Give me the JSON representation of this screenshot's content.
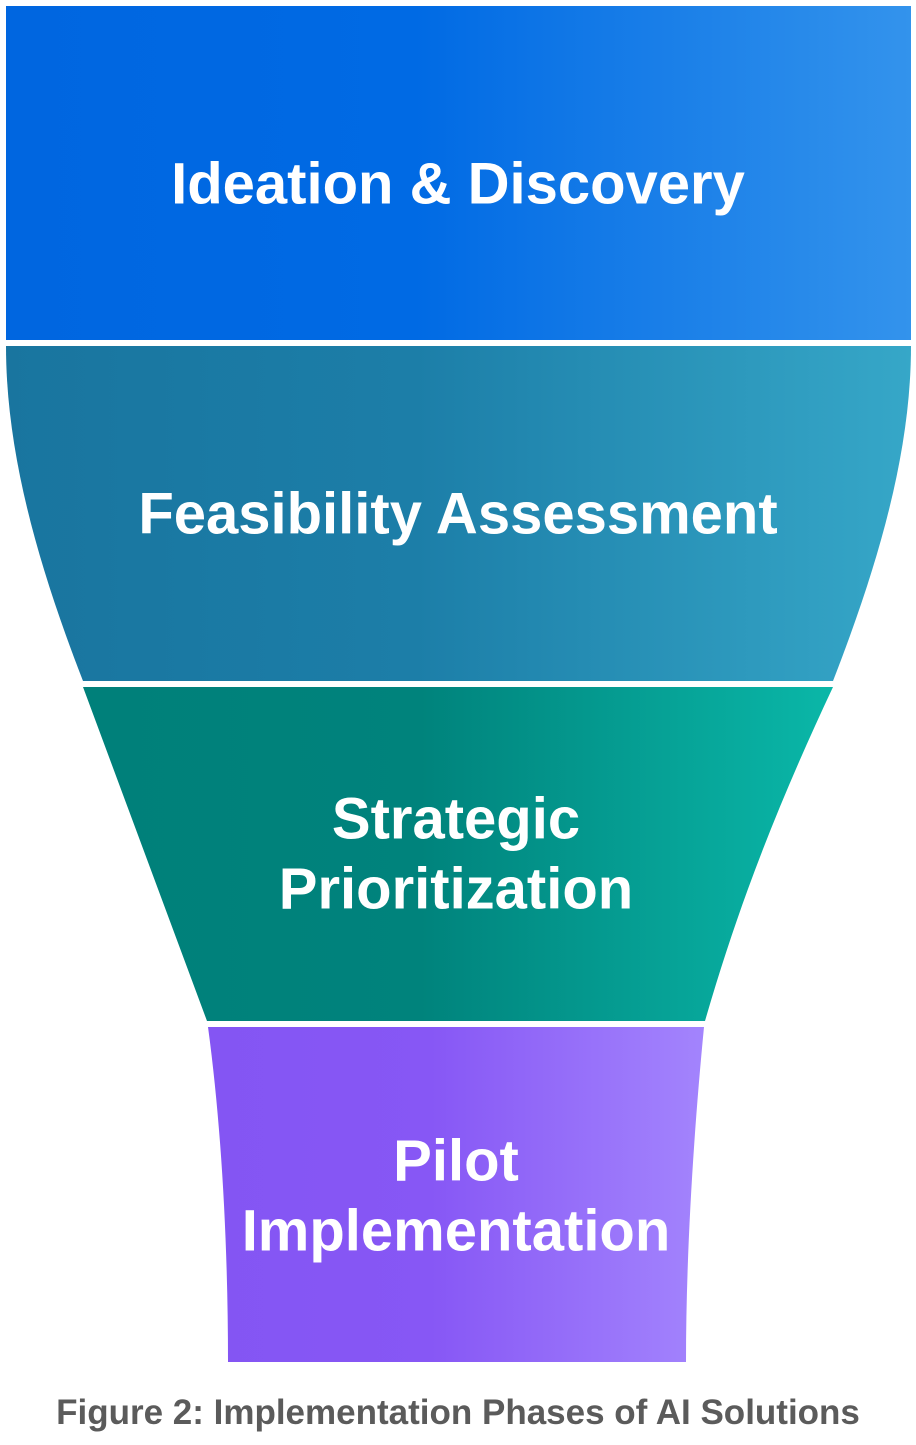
{
  "caption": "Figure 2: Implementation Phases of AI Solutions",
  "stages": [
    {
      "lines": [
        "Ideation & Discovery"
      ],
      "color_left": "#0066e0",
      "color_mid": "#006ae4",
      "color_right": "#3393ec"
    },
    {
      "lines": [
        "Feasibility Assessment"
      ],
      "color_left": "#19759f",
      "color_mid": "#1c7ea8",
      "color_right": "#36a7c8"
    },
    {
      "lines": [
        "Strategic",
        "Prioritization"
      ],
      "color_left": "#00807a",
      "color_mid": "#00837c",
      "color_right": "#0ab7a8"
    },
    {
      "lines": [
        "Pilot",
        "Implementation"
      ],
      "color_left": "#8455f3",
      "color_mid": "#8757f5",
      "color_right": "#a384fd"
    }
  ]
}
